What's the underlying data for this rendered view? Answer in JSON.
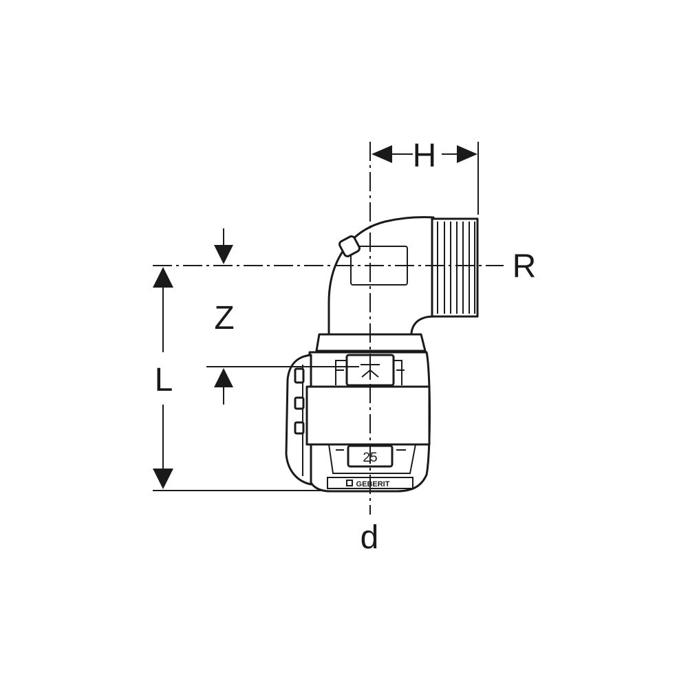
{
  "diagram": {
    "labels": {
      "H": "H",
      "R": "R",
      "Z": "Z",
      "L": "L",
      "d": "d"
    },
    "fitting_marking": {
      "size": "25",
      "brand": "GEBERIT"
    }
  }
}
